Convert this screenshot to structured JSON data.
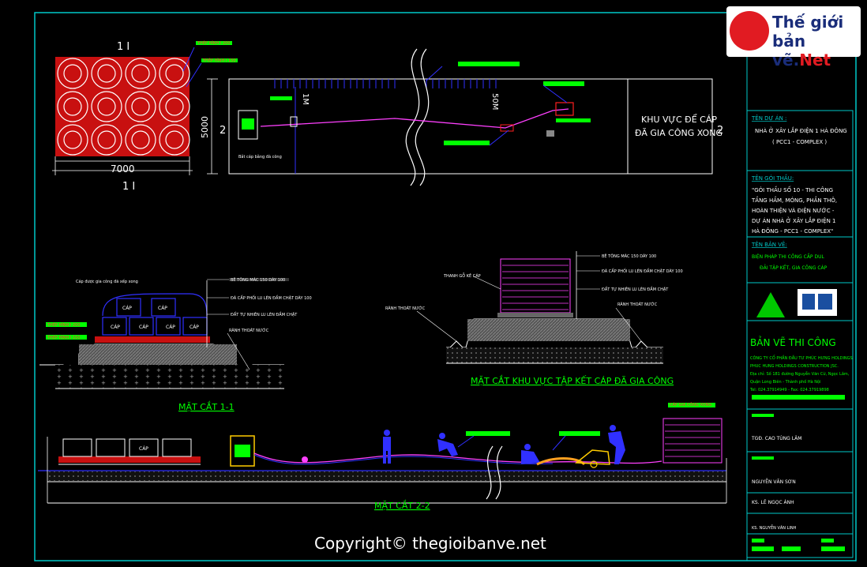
{
  "logo": {
    "line1": "Thế giới",
    "line2a": "bản vẽ.",
    "line2b": "Net"
  },
  "copyright": "Copyright© thegioibanve.net",
  "plan": {
    "section_left": "1 I",
    "section_left_bottom": "1 I",
    "dim_width": "7000",
    "dim_height": "5000",
    "label_1m": "1M",
    "label_50m": "50M",
    "area_title_1": "KHU VỰC ĐỂ CÁP",
    "area_title_2": "ĐÃ GIA CÔNG XONG",
    "section2_left": "2",
    "section2_right": "2",
    "small_note": "Bắt cáp bằng đà công",
    "note_a": "THÉP HÌNH I 200",
    "note_b": "THÉP HÌNH I 150"
  },
  "section11": {
    "title": "MẶT CẮT 1-1",
    "note_top": "Cáp được gia công đã xếp xong",
    "note1": "BÊ TÔNG MÁC 150 DÀY 100",
    "note2": "ĐÁ CẤP PHỐI LU LÈN ĐẦM CHẶT DÀY 100",
    "note3": "ĐẤT TỰ NHIÊN LU LÈN ĐẦM CHẶT",
    "note4": "RÃNH THOÁT NƯỚC",
    "note_steel1": "THÉP HÌNH I 200",
    "note_steel2": "THÉP HÌNH I 150",
    "cap": "CÁP"
  },
  "section_storage": {
    "title": "MẶT CẮT KHU VỰC TẬP KẾT CÁP ĐÃ GIA CÔNG",
    "note_pipe": "THANH GỖ KÊ CÁP",
    "note1": "BÊ TÔNG MÁC 150 DÀY 100",
    "note2": "ĐÁ CẤP PHỐI LU LÈN ĐẦM CHẶT DÀY 100",
    "note3": "ĐẤT TỰ NHIÊN LU LÈN ĐẦM CHẶT",
    "note4": "RÃNH THOÁT NƯỚC",
    "note_left": "RÃNH THOÁT NƯỚC"
  },
  "section22": {
    "title": "MẶT CẮT 2-2",
    "note_stack": "CÁP GIA CÔNG XONG",
    "cap": "CÁP"
  },
  "titleblock": {
    "project_label": "TÊN DỰ ÁN :",
    "project_1": "NHÀ Ở XÂY LẮP ĐIỆN 1 HÀ ĐÔNG",
    "project_2": "( PCC1 - COMPLEX )",
    "package_label": "TÊN GÓI THẦU:",
    "package_1": "\"GÓI THẦU SỐ 10 - THI CÔNG",
    "package_2": "TẦNG HẦM, MÓNG, PHẦN THÔ,",
    "package_3": "HOÀN THIỆN VÀ ĐIỆN NƯỚC -",
    "package_4": "DỰ ÁN NHÀ Ở XÂY LẮP ĐIỆN 1",
    "package_5": "HÀ ĐÔNG - PCC1 - COMPLEX\"",
    "drawing_label": "TÊN BẢN VẼ:",
    "drawing_1": "BIỆN PHÁP THI CÔNG CẮP DUL",
    "drawing_2": "ĐẢI TẬP KẾT, GIA CÔNG CÁP",
    "stage": "BẢN VẼ THI CÔNG",
    "company_1": "CÔNG TY CỔ PHẦN ĐẦU TƯ PHÚC HƯNG HOLDINGS",
    "company_2": "PHUC HUNG HOLDINGS CONSTRUCTION JSC.",
    "company_3": "Địa chỉ: Số 181 đường Nguyễn Văn Cừ, Ngọc Lâm,",
    "company_4": "Quận Long Biên - Thành phố Hà Nội",
    "company_5": "Tel: 024.37914949 - Fax: 024.37919898",
    "person1": "TGĐ. CAO TÙNG LÂM",
    "person2": "NGUYỄN VĂN SƠN",
    "person3": "KS. LÊ NGỌC ÁNH",
    "person4": "KS. NGUYỄN VĂN LINH"
  },
  "colors": {
    "cyan": "#00c8c8",
    "green": "#00ff00",
    "magenta": "#ff40ff",
    "blue": "#3030ff",
    "red": "#ff2020",
    "white": "#ffffff"
  }
}
